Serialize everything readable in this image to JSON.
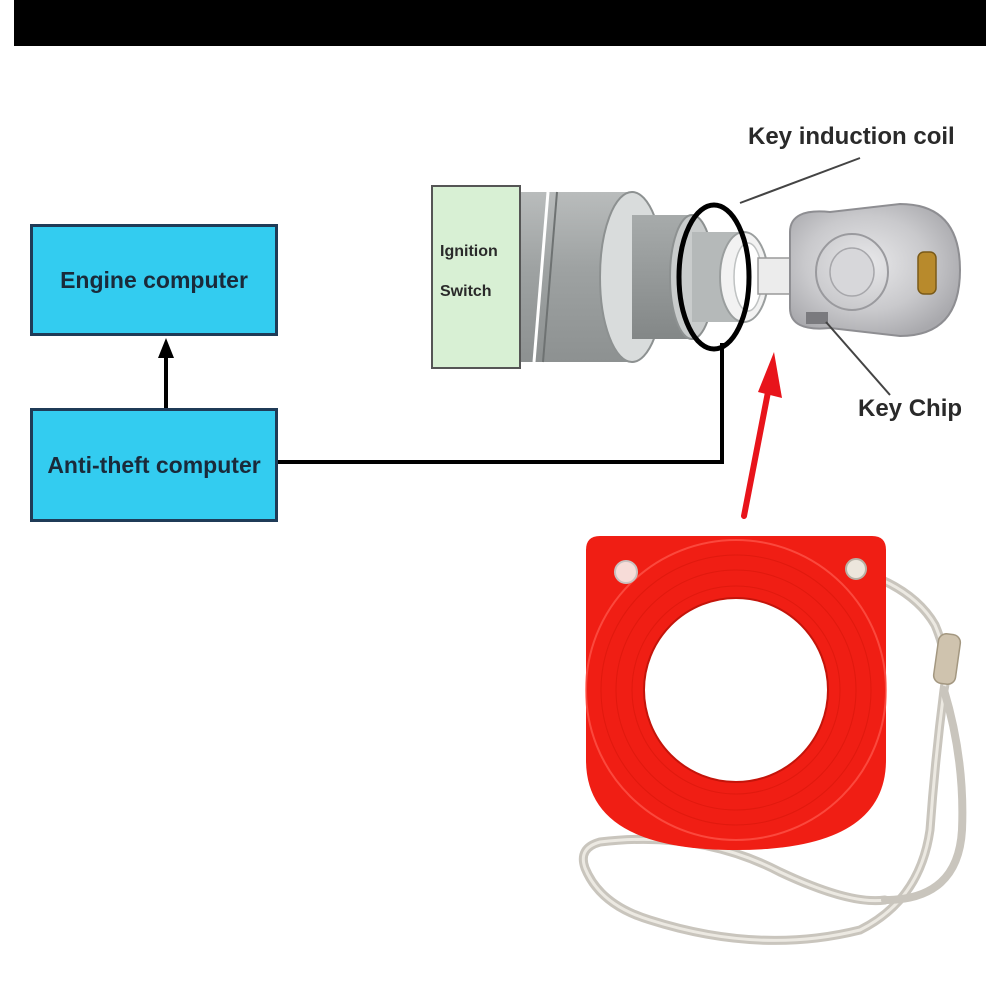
{
  "labels": {
    "engine_computer": "Engine computer",
    "antitheft_computer": "Anti-theft computer",
    "ignition_line1": "Ignition",
    "ignition_line2": "Switch",
    "key_induction_coil": "Key induction coil",
    "key_chip": "Key Chip"
  },
  "colors": {
    "box_fill": "#33ccf0",
    "ignition_fill": "#d8f0d4",
    "ring_red": "#f01e14",
    "arrow_red": "#e8141b"
  }
}
